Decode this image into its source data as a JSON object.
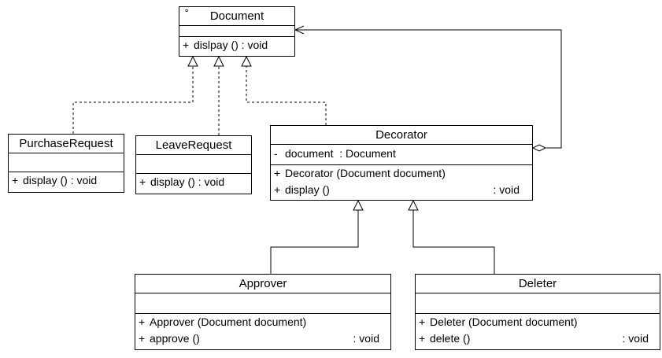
{
  "classes": {
    "document": {
      "name": "Document",
      "icon": "interface-icon",
      "operations": [
        {
          "vis": "+",
          "sig": "dislpay ()",
          "ret": ": void"
        }
      ]
    },
    "purchase_request": {
      "name": "PurchaseRequest",
      "operations": [
        {
          "vis": "+",
          "sig": "display ()",
          "ret": ": void"
        }
      ]
    },
    "leave_request": {
      "name": "LeaveRequest",
      "operations": [
        {
          "vis": "+",
          "sig": "display ()",
          "ret": ": void"
        }
      ]
    },
    "decorator": {
      "name": "Decorator",
      "attributes": [
        {
          "vis": "-",
          "sig": "document",
          "ret": ": Document"
        }
      ],
      "operations": [
        {
          "vis": "+",
          "sig": "Decorator (Document document)",
          "ret": ""
        },
        {
          "vis": "+",
          "sig": "display ()",
          "ret": ": void"
        }
      ]
    },
    "approver": {
      "name": "Approver",
      "operations": [
        {
          "vis": "+",
          "sig": "Approver (Document document)",
          "ret": ""
        },
        {
          "vis": "+",
          "sig": "approve ()",
          "ret": ": void"
        }
      ]
    },
    "deleter": {
      "name": "Deleter",
      "operations": [
        {
          "vis": "+",
          "sig": "Deleter (Document document)",
          "ret": ""
        },
        {
          "vis": "+",
          "sig": "delete ()",
          "ret": ": void"
        }
      ]
    }
  },
  "relations": [
    {
      "type": "realization",
      "from": "PurchaseRequest",
      "to": "Document"
    },
    {
      "type": "realization",
      "from": "LeaveRequest",
      "to": "Document"
    },
    {
      "type": "realization",
      "from": "Decorator",
      "to": "Document"
    },
    {
      "type": "aggregation",
      "from": "Decorator",
      "to": "Document"
    },
    {
      "type": "generalization",
      "from": "Approver",
      "to": "Decorator"
    },
    {
      "type": "generalization",
      "from": "Deleter",
      "to": "Decorator"
    }
  ]
}
